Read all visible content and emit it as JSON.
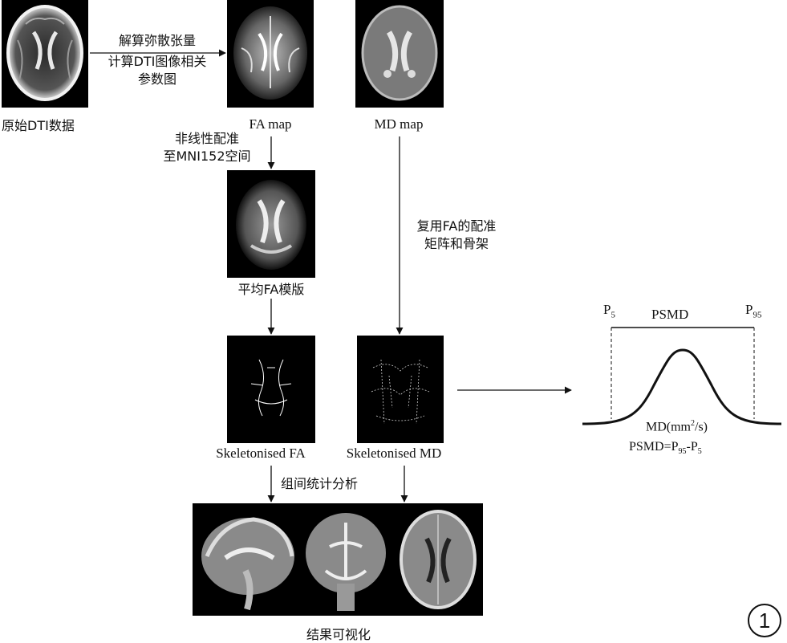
{
  "images": {
    "raw_dti": "raw DTI axial brain slice",
    "fa_map": "FA map axial slice",
    "md_map": "MD map axial slice",
    "mean_fa": "mean FA template",
    "skel_fa": "skeletonised FA",
    "skel_md": "skeletonised MD",
    "results": "results visualization"
  },
  "labels": {
    "raw": "原始DTI数据",
    "fa_map": "FA map",
    "md_map": "MD map",
    "mean_fa": "平均FA模版",
    "skel_fa": "Skeletonised FA",
    "skel_md": "Skeletonised MD",
    "results": "结果可视化"
  },
  "steps": {
    "tensor_line1": "解算弥散张量",
    "tensor_line2": "计算DTI图像相关",
    "tensor_line3": "参数图",
    "reg_line1": "非线性配准",
    "reg_line2": "至MNI152空间",
    "reuse_line1": "复用FA的配准",
    "reuse_line2": "矩阵和骨架",
    "group": "组间统计分析"
  },
  "psmd": {
    "p5": "P",
    "p5_sub": "5",
    "p95": "P",
    "p95_sub": "95",
    "title": "PSMD",
    "axis_pre": "MD(mm",
    "axis_sup": "2",
    "axis_post": "/s)",
    "formula_a": "PSMD=P",
    "formula_sub1": "95",
    "formula_b": "-P",
    "formula_sub2": "5"
  },
  "figure_number": "1",
  "colors": {
    "line": "#111111",
    "panel_bg": "#000000"
  }
}
